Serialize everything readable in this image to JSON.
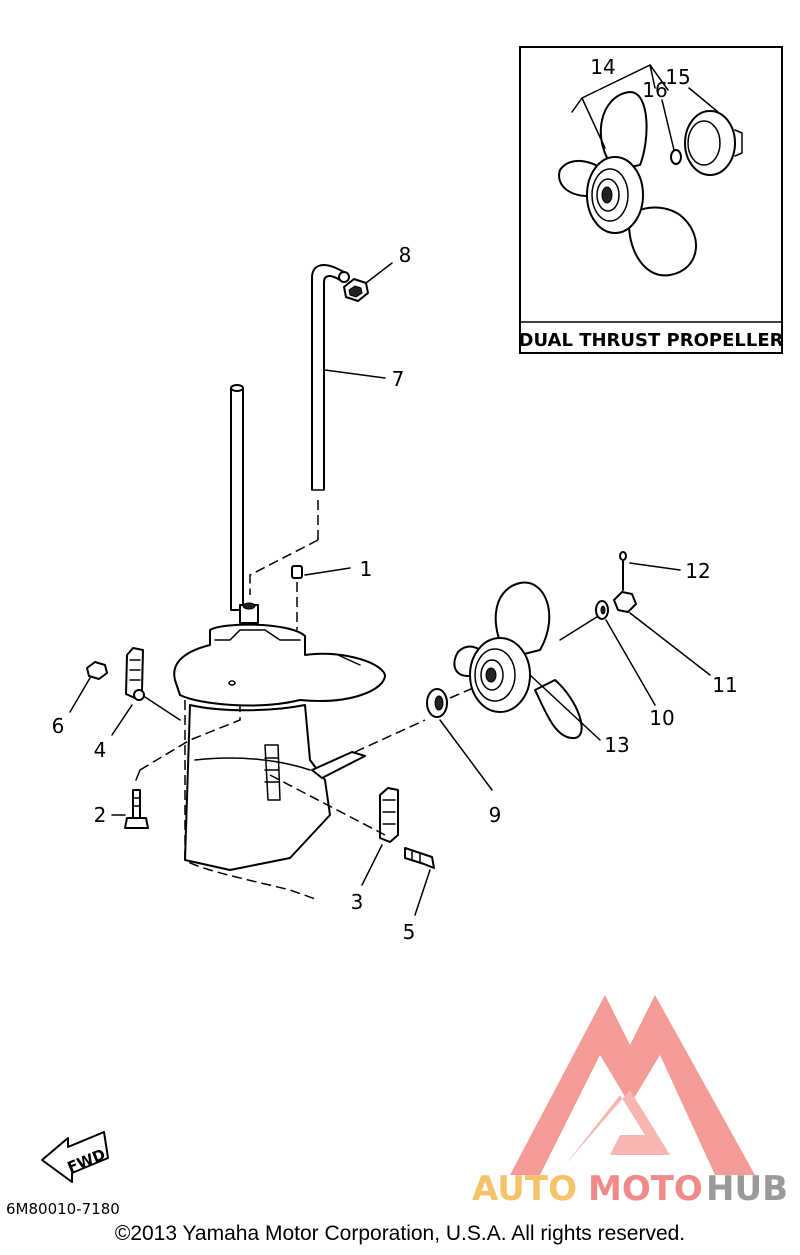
{
  "diagram": {
    "inset_title": "DUAL THRUST PROPELLER",
    "callouts": {
      "c1": "1",
      "c2": "2",
      "c3": "3",
      "c4": "4",
      "c5": "5",
      "c6": "6",
      "c7": "7",
      "c8": "8",
      "c9": "9",
      "c10": "10",
      "c11": "11",
      "c12": "12",
      "c13": "13",
      "c14": "14",
      "c15": "15",
      "c16": "16"
    },
    "fwd_label": "FWD"
  },
  "footer": {
    "part_code": "6M80010-7180",
    "copyright": "©2013 Yamaha Motor Corporation, U.S.A. All rights reserved."
  },
  "watermark": {
    "auto": "AUTO",
    "moto": "MOTO",
    "hub": "HUB",
    "colors": {
      "auto": "#f5c46a",
      "moto": "#f08a8a",
      "hub": "#9a9a9a",
      "logo": "#f28b86"
    }
  }
}
